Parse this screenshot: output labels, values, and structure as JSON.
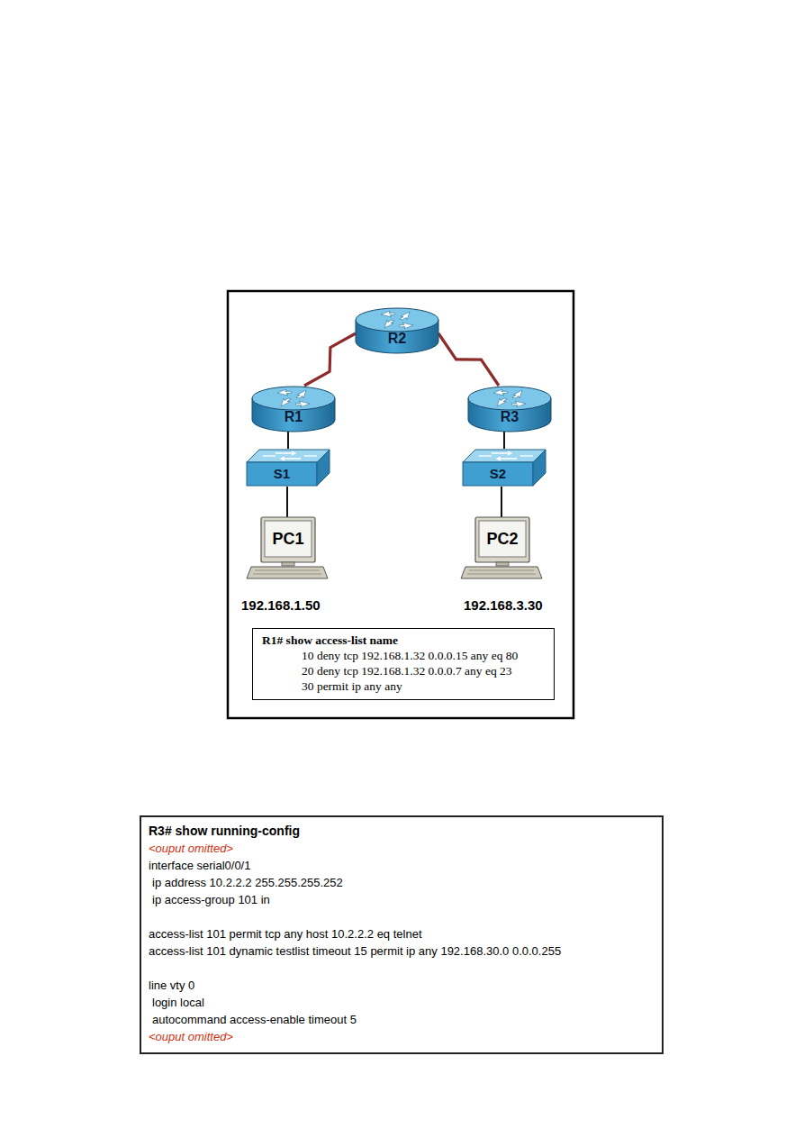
{
  "diagram": {
    "nodes": [
      {
        "text": [
          "R2"
        ]
      },
      {
        "text": [
          "R1"
        ]
      },
      {
        "text": [
          "R3"
        ]
      },
      {
        "text": [
          "S1"
        ]
      },
      {
        "text": [
          "S2"
        ]
      },
      {
        "text": [
          "PC1",
          "192.168.1.50"
        ]
      },
      {
        "text": [
          "PC2",
          "192.168.3.30"
        ]
      },
      {
        "text": [
          "R1# show access-list name",
          "10 deny tcp 192.168.1.32 0.0.0.15 any eq 80",
          "20 deny tcp 192.168.1.32 0.0.0.7 any eq 23",
          "30 permit ip any any"
        ]
      },
      {
        "text": [
          "R3# show running-config",
          "<ouput omitted>",
          "interface serial0/0/1",
          "ip address 10.2.2.2 255.255.255.252",
          "ip access-group 101 in",
          "access-list 101 permit tcp any host 10.2.2.2 eq telnet",
          "access-list 101 dynamic testlist timeout 15 permit ip any 192.168.30.0 0.0.0.255",
          "line vty 0",
          "login local",
          "autocommand access-enable timeout 5",
          "<ouput omitted>"
        ]
      }
    ],
    "edges": [
      {
        "from": 1,
        "to": 0,
        "arrow": "none"
      },
      {
        "from": 0,
        "to": 2,
        "arrow": "none"
      },
      {
        "from": 1,
        "to": 3,
        "arrow": "none"
      },
      {
        "from": 3,
        "to": 5,
        "arrow": "none"
      },
      {
        "from": 2,
        "to": 4,
        "arrow": "none"
      },
      {
        "from": 4,
        "to": 6,
        "arrow": "none"
      }
    ]
  }
}
